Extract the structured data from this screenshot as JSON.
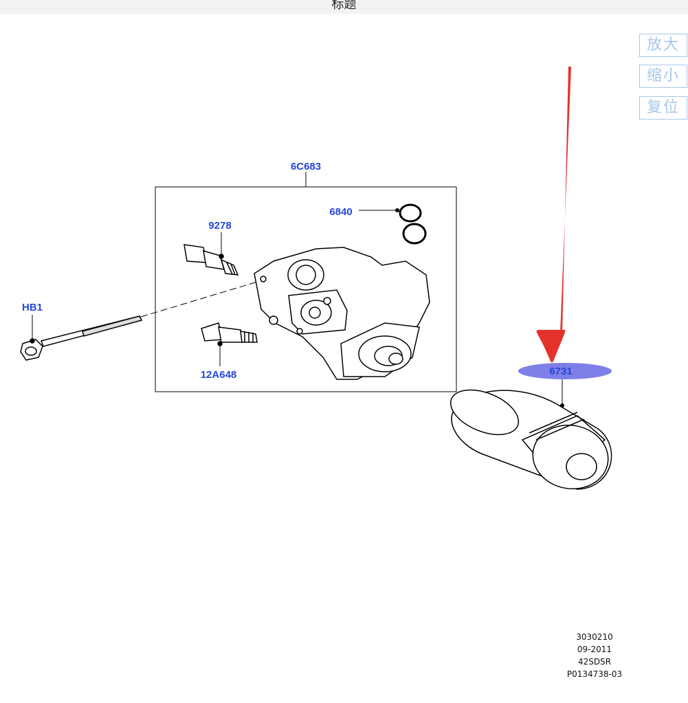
{
  "header": {
    "title": "标题"
  },
  "controls": {
    "zoom_in": "放大",
    "zoom_out": "缩小",
    "reset": "复位"
  },
  "callouts": {
    "assembly": "6C683",
    "oring": "6840",
    "sensor_top": "9278",
    "bolt": "HB1",
    "sensor_bottom": "12A648",
    "filter": "6731"
  },
  "reference": {
    "line1": "3030210",
    "line2": "09-2011",
    "line3": "42SDSR",
    "line4": "P0134738-03"
  },
  "colors": {
    "callout_text": "#2647d8",
    "highlight": "#7f7fe8",
    "arrow": "#e3312b",
    "button_border": "#a9c6ea"
  }
}
